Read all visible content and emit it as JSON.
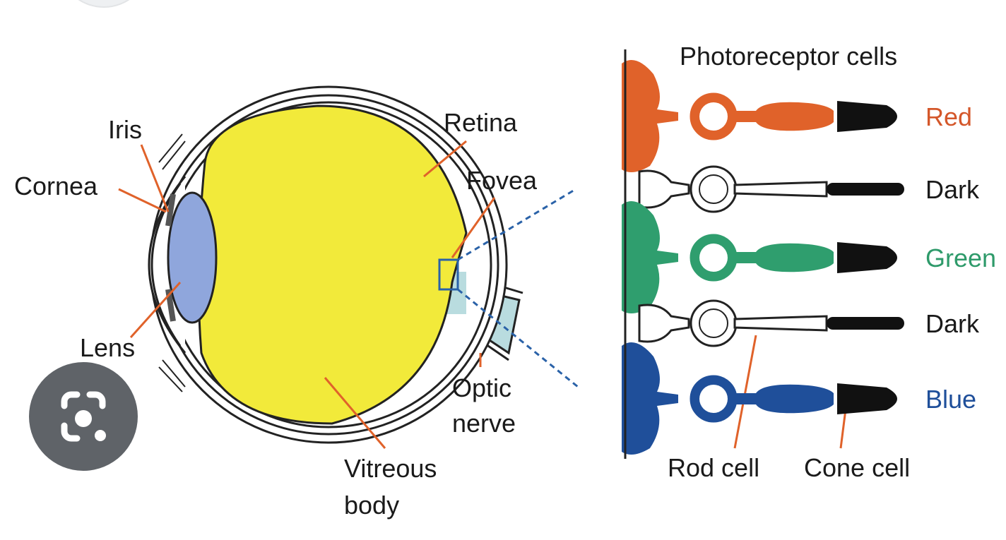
{
  "labels": {
    "iris": "Iris",
    "cornea": "Cornea",
    "lens": "Lens",
    "retina": "Retina",
    "fovea": "Fovea",
    "optic_nerve_1": "Optic",
    "optic_nerve_2": "nerve",
    "vitreous_1": "Vitreous",
    "vitreous_2": "body",
    "photoreceptor_title": "Photoreceptor cells",
    "rod_cell": "Rod cell",
    "cone_cell": "Cone cell"
  },
  "cells": [
    {
      "label": "Red",
      "color": "#e0622a"
    },
    {
      "label": "Dark",
      "color": "#ffffff"
    },
    {
      "label": "Green",
      "color": "#2f9e6e"
    },
    {
      "label": "Dark",
      "color": "#ffffff"
    },
    {
      "label": "Blue",
      "color": "#1f4f9a"
    }
  ],
  "colors": {
    "vitreous": "#f2ea3a",
    "lens": "#8fa6dc",
    "optic_nerve": "#b9dcdf",
    "leader": "#e0622a",
    "zoom_line": "#2a62a8"
  },
  "lens_button": {
    "icon": "google-lens-icon"
  }
}
